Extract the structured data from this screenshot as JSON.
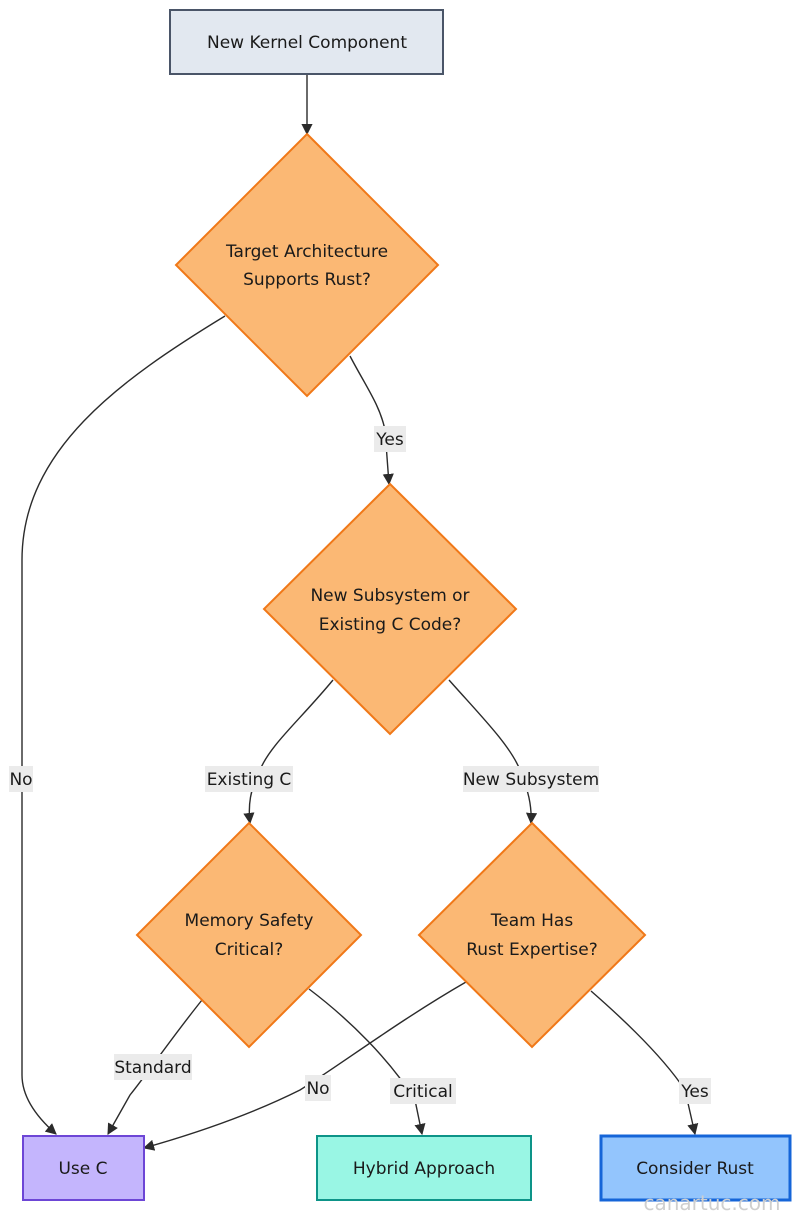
{
  "diagram": {
    "nodes": {
      "start": {
        "label": "New Kernel Component",
        "fill": "#e2e8f0",
        "stroke": "#4a5568"
      },
      "arch": {
        "line1": "Target Architecture",
        "line2": "Supports Rust?",
        "fill": "#fbb874",
        "stroke": "#f07818"
      },
      "subsystem": {
        "line1": "New Subsystem or",
        "line2": "Existing C Code?",
        "fill": "#fbb874",
        "stroke": "#f07818"
      },
      "memory": {
        "line1": "Memory Safety",
        "line2": "Critical?",
        "fill": "#fbb874",
        "stroke": "#f07818"
      },
      "team": {
        "line1": "Team Has",
        "line2": "Rust Expertise?",
        "fill": "#fbb874",
        "stroke": "#f07818"
      },
      "use_c": {
        "label": "Use C",
        "fill": "#c4b5fd",
        "stroke": "#6d46d6"
      },
      "hybrid": {
        "label": "Hybrid Approach",
        "fill": "#99f6e4",
        "stroke": "#0d9488"
      },
      "rust": {
        "label": "Consider Rust",
        "fill": "#93c5fd",
        "stroke": "#1565d8"
      }
    },
    "edges": {
      "arch_yes": "Yes",
      "arch_no": "No",
      "existing_c": "Existing C",
      "new_subsystem": "New Subsystem",
      "standard": "Standard",
      "critical": "Critical",
      "team_no": "No",
      "team_yes": "Yes"
    },
    "watermark": "canartuc.com"
  }
}
